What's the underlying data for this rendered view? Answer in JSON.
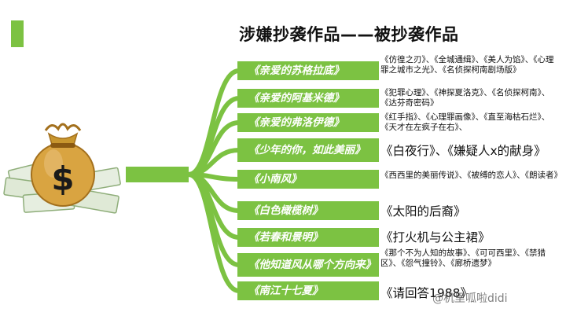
{
  "title": "涉嫌抄袭作品——被抄袭作品",
  "colors": {
    "accent": "#7cc242",
    "branch": "#7cc242",
    "money_gold": "#c8962e",
    "bill_green": "#8fae7a"
  },
  "icons": {
    "moneybag": "money-bag-with-dollar-sign-icon"
  },
  "rows": [
    {
      "work": "《亲爱的苏格拉底》",
      "originals": "《仿徨之刃》、《全城通缉》、《美人为馅》、《心理罪之城市之光》、《名侦探柯南剧场版》"
    },
    {
      "work": "《亲爱的阿基米德》",
      "originals": "《犯罪心理》、《神探夏洛克》、《名侦探柯南》、《达芬奇密码》"
    },
    {
      "work": "《亲爱的弗洛伊德》",
      "originals": "《红手指》、《心理罪画像》、《直至海枯石烂》、《天才在左疯子在右》、"
    },
    {
      "work": "《少年的你，如此美丽》",
      "originals": "《白夜行》、《嫌疑人x的献身》"
    },
    {
      "work": "《小南风》",
      "originals": "《西西里的美丽传说》、《被缚的恋人》、《朗读者》"
    },
    {
      "work": "《白色橄榄树》",
      "originals": "《太阳的后裔》"
    },
    {
      "work": "《若春和景明》",
      "originals": "《打火机与公主裙》"
    },
    {
      "work": "《他知道风从哪个方向来》",
      "originals": "《那个不为人知的故事》、《可可西里》、《禁猎区》、《怨气撞铃》、《廊桥遗梦》"
    },
    {
      "work": "《南江十七夏》",
      "originals": "《请回答1988》"
    }
  ],
  "watermark": "@机里呱啦didi"
}
